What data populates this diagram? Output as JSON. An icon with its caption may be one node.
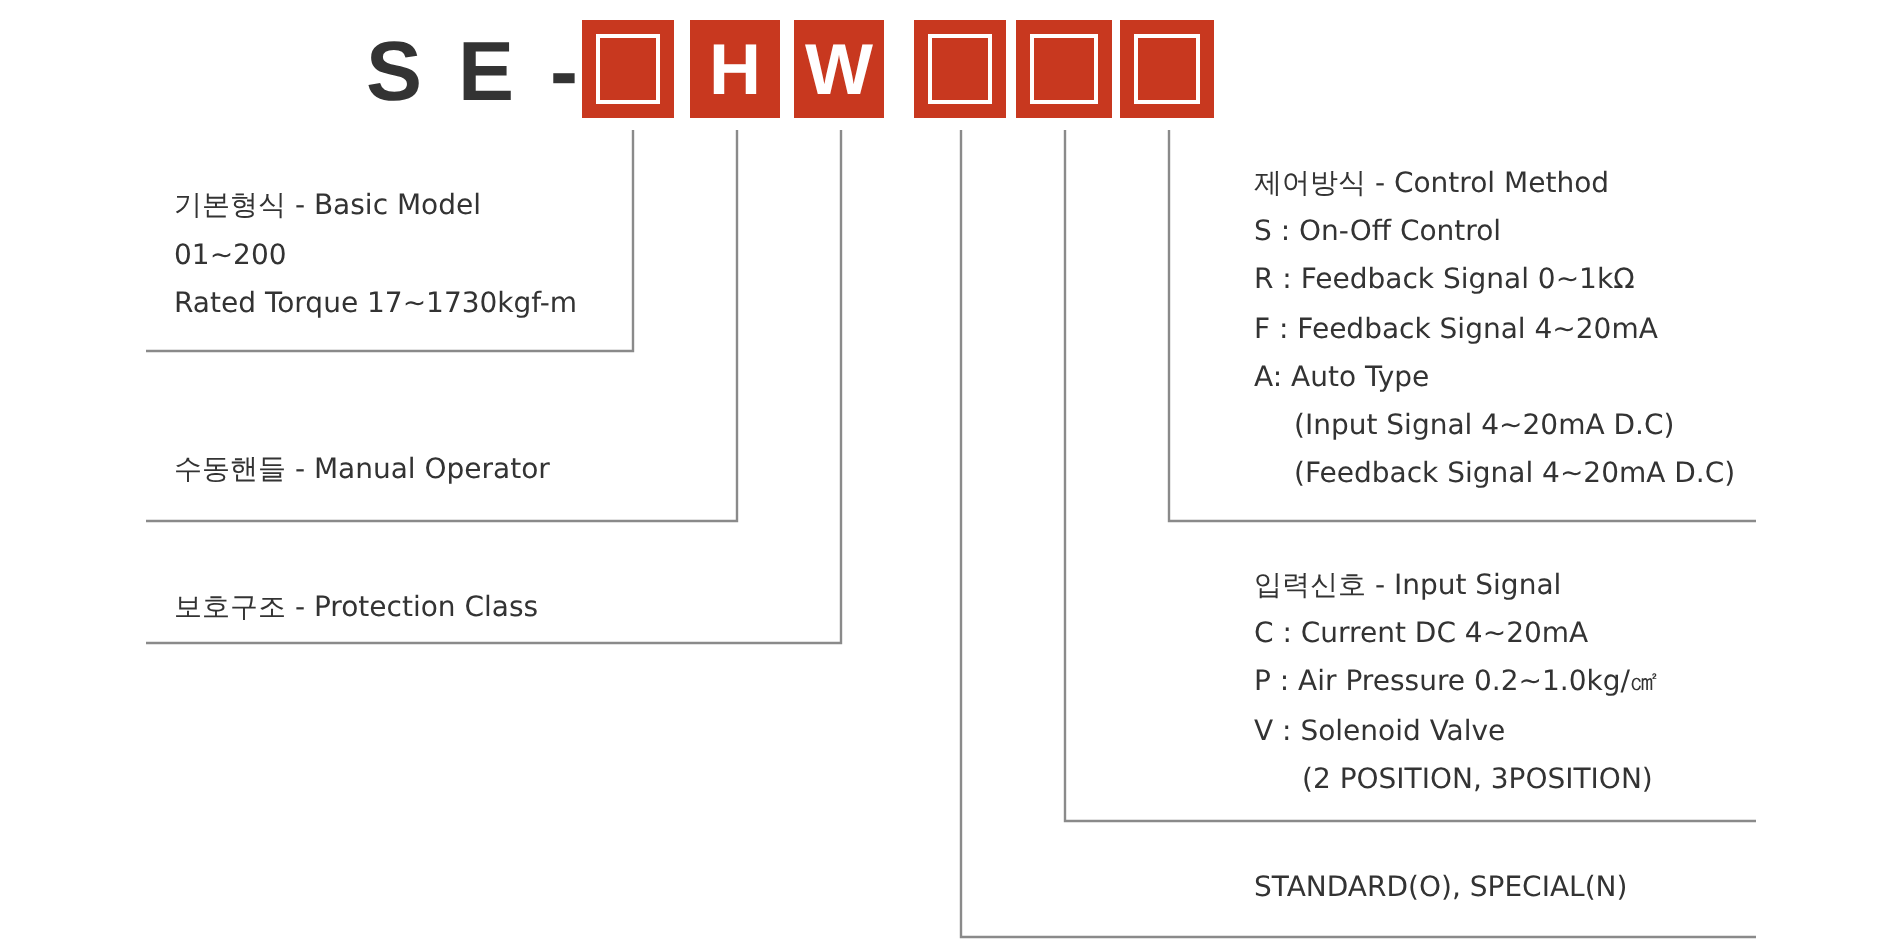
{
  "diagram": {
    "nodes": [
      {
        "text": [],
        "shape": "box"
      },
      {
        "text": [
          "H"
        ]
      },
      {
        "text": [
          "W"
        ]
      },
      {
        "text": [],
        "shape": "box"
      },
      {
        "text": [],
        "shape": "box"
      },
      {
        "text": [],
        "shape": "box"
      },
      {
        "text": [
          "기본형식 - Basic Model",
          "01~200",
          "Rated Torque 17~1730kgf-m"
        ]
      },
      {
        "text": [
          "수동핸들 - Manual Operator"
        ]
      },
      {
        "text": [
          "보호구조 - Protection Class"
        ]
      },
      {
        "text": [
          "제어방식 - Control Method",
          "S : On-Off Control",
          "R : Feedback Signal 0~1kΩ",
          "F : Feedback Signal 4~20mA",
          "A: Auto Type",
          "(Input Signal 4~20mA D.C)",
          "(Feedback Signal 4~20mA D.C)"
        ]
      },
      {
        "text": [
          "입력신호 - Input Signal",
          "C : Current DC 4~20mA",
          "P : Air Pressure 0.2~1.0kg/㎠",
          "V : Solenoid Valve",
          "(2 POSITION, 3POSITION)"
        ]
      },
      {
        "text": [
          "STANDARD(O), SPECIAL(N)"
        ]
      }
    ],
    "edges": [
      {
        "from": 6,
        "to": 0,
        "arrow": "none"
      },
      {
        "from": 7,
        "to": 1,
        "arrow": "none"
      },
      {
        "from": 8,
        "to": 2,
        "arrow": "none"
      },
      {
        "from": 11,
        "to": 3,
        "arrow": "none"
      },
      {
        "from": 10,
        "to": 4,
        "arrow": "none"
      },
      {
        "from": 9,
        "to": 5,
        "arrow": "none"
      }
    ],
    "labels": [
      "SE-"
    ]
  }
}
